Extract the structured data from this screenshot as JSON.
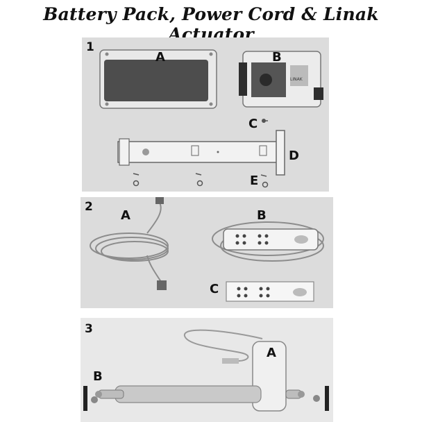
{
  "title": "Battery Pack, Power Cord & Linak Actuator",
  "panels": [
    {
      "number": "1",
      "labels": {
        "a": "A",
        "b": "B",
        "c": "C",
        "d": "D",
        "e": "E"
      }
    },
    {
      "number": "2",
      "labels": {
        "a": "A",
        "b": "B",
        "c": "C"
      }
    },
    {
      "number": "3",
      "labels": {
        "a": "A",
        "b": "B"
      }
    }
  ],
  "logo_text": "LINAK"
}
